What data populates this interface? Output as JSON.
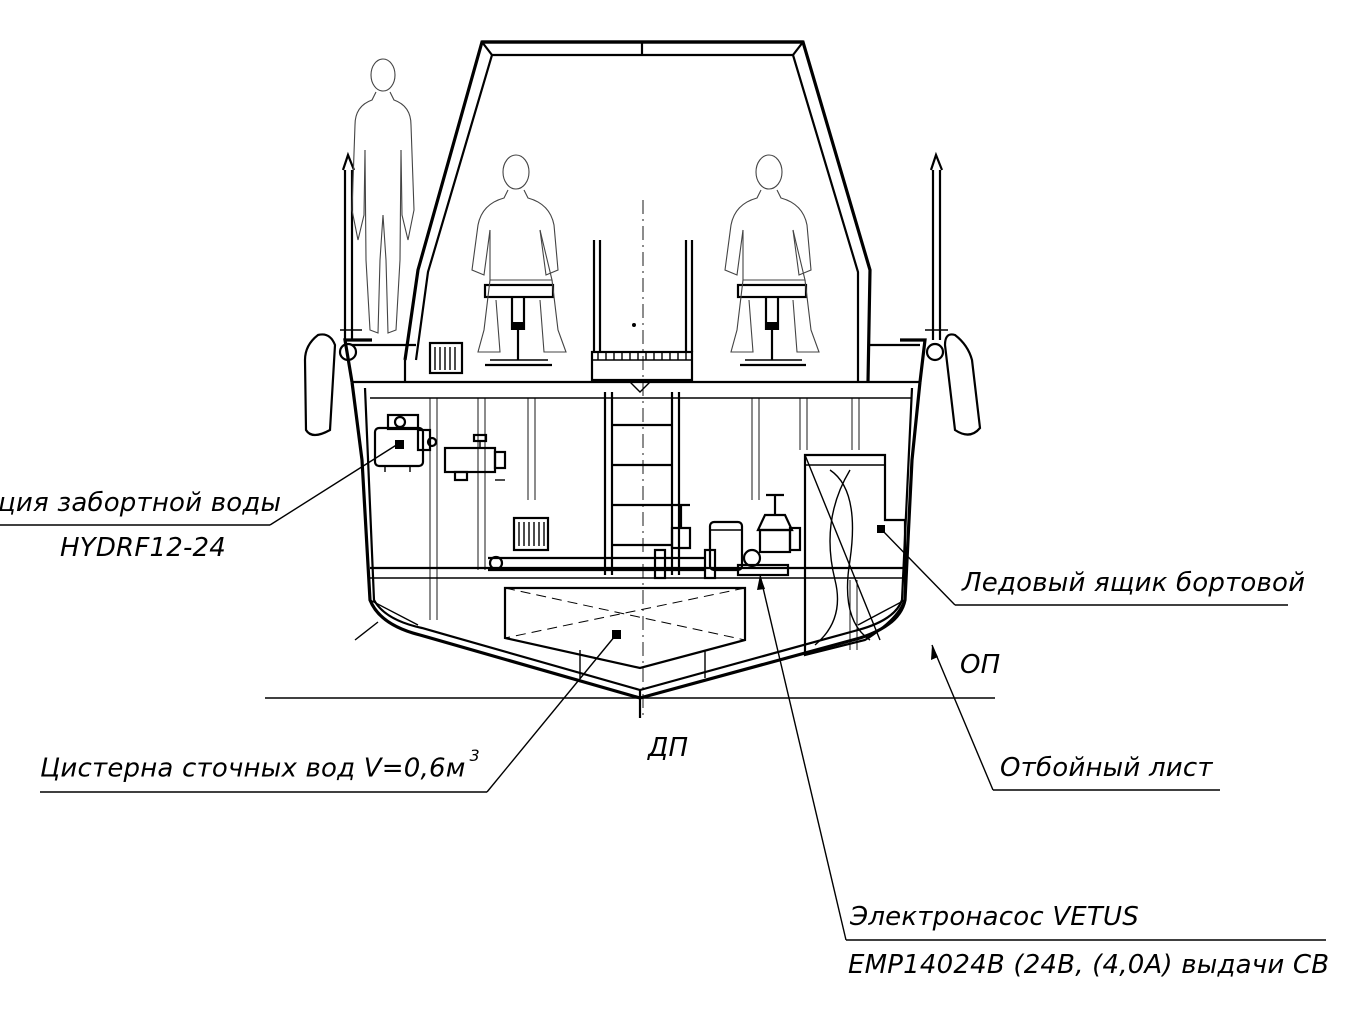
{
  "labels": {
    "seawater_station": "ция забортной воды",
    "seawater_model": "HYDRF12-24",
    "ice_box": "Ледовый ящик бортовой",
    "baseline": "ОП",
    "centerline": "ДП",
    "tank_main": "Цистерна сточных вод V=0,6м",
    "tank_exp": "3",
    "splash_plate": "Отбойный лист",
    "pump_line1": "Электронасос VETUS",
    "pump_line2": "EMP14024B (24В, (4,0А) выдачи СВ"
  }
}
